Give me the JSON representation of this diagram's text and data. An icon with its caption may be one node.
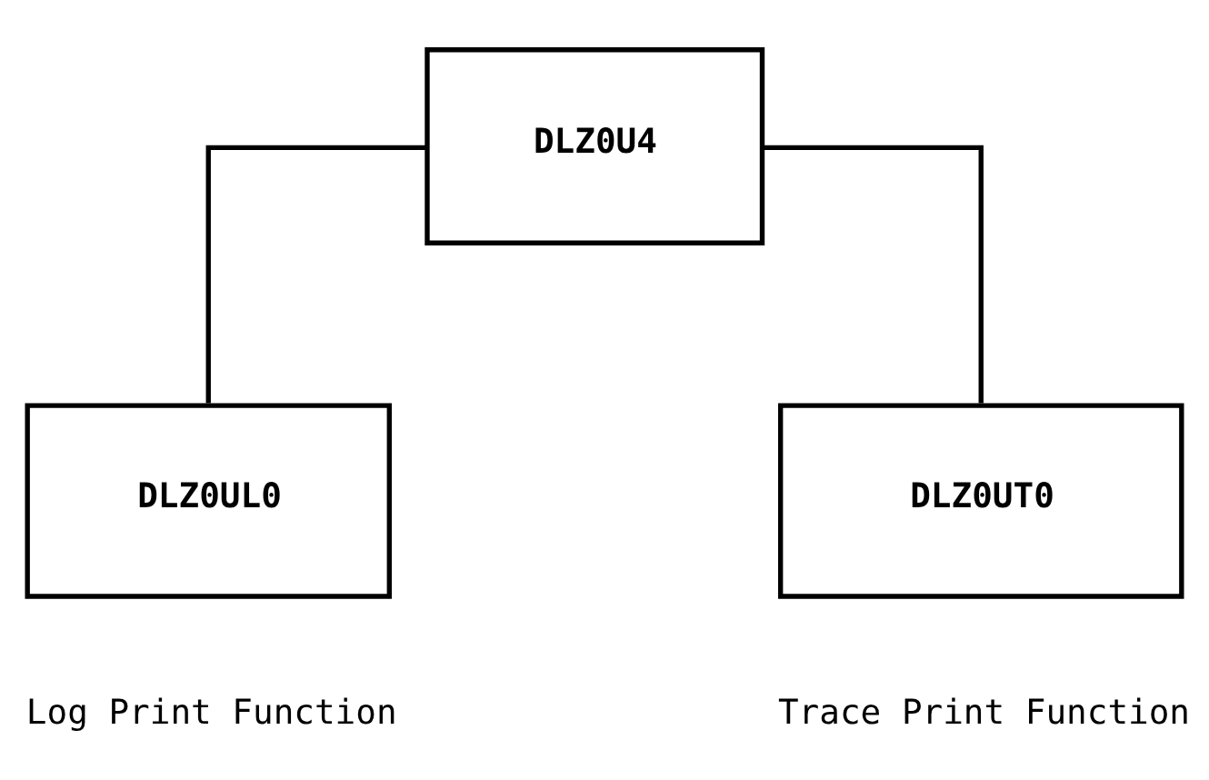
{
  "diagram": {
    "nodes": [
      {
        "text": [
          "DLZ0U4"
        ]
      },
      {
        "text": [
          "DLZ0UL0"
        ],
        "beside": [
          "Log Print Function"
        ]
      },
      {
        "text": [
          "DLZ0UT0"
        ],
        "beside": [
          "Trace Print Function"
        ]
      }
    ],
    "edges": [
      {
        "from": 0,
        "to": 1,
        "arrow": "none"
      },
      {
        "from": 0,
        "to": 2,
        "arrow": "none"
      }
    ]
  }
}
